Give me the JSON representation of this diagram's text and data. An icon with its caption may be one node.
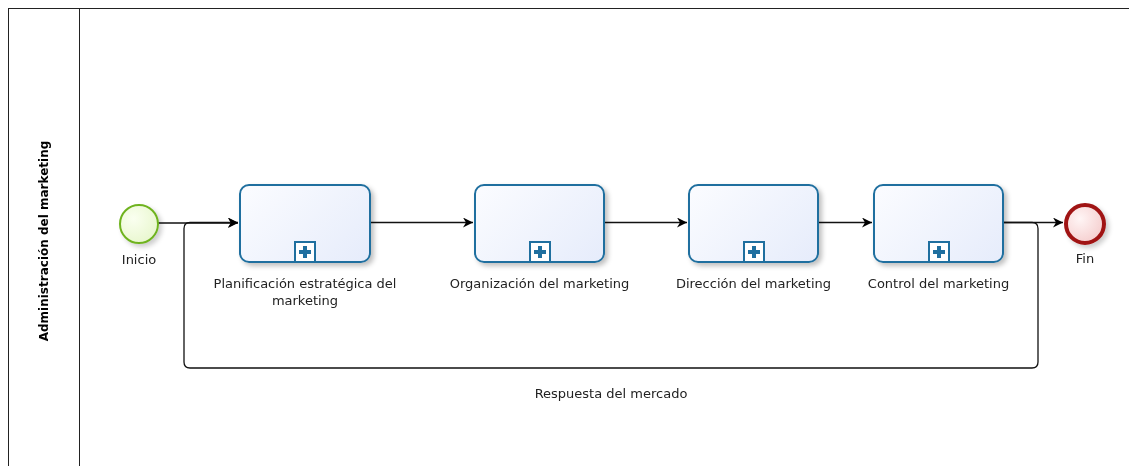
{
  "diagram": {
    "nodes": [
      {
        "text": [
          "Administración del marketing"
        ]
      },
      {
        "text": [],
        "shape": "circle",
        "beside": [
          "Inicio"
        ],
        "in": 0
      },
      {
        "text": [
          "Planificación estratégica del marketing"
        ],
        "in": 0
      },
      {
        "text": [
          "Organización del marketing"
        ],
        "in": 0
      },
      {
        "text": [
          "Dirección del marketing"
        ],
        "in": 0
      },
      {
        "text": [
          "Control del marketing"
        ],
        "in": 0
      },
      {
        "text": [],
        "shape": "circle",
        "beside": [
          "Fin"
        ],
        "in": 0
      }
    ],
    "edges": [
      {
        "from": 1,
        "to": 2,
        "arrow": "to"
      },
      {
        "from": 2,
        "to": 3,
        "arrow": "to"
      },
      {
        "from": 3,
        "to": 4,
        "arrow": "to"
      },
      {
        "from": 4,
        "to": 5,
        "arrow": "to"
      },
      {
        "from": 5,
        "to": 6,
        "arrow": "to"
      },
      {
        "from": 5,
        "to": 2,
        "arrow": "to",
        "label": "Respuesta del mercado"
      }
    ]
  }
}
